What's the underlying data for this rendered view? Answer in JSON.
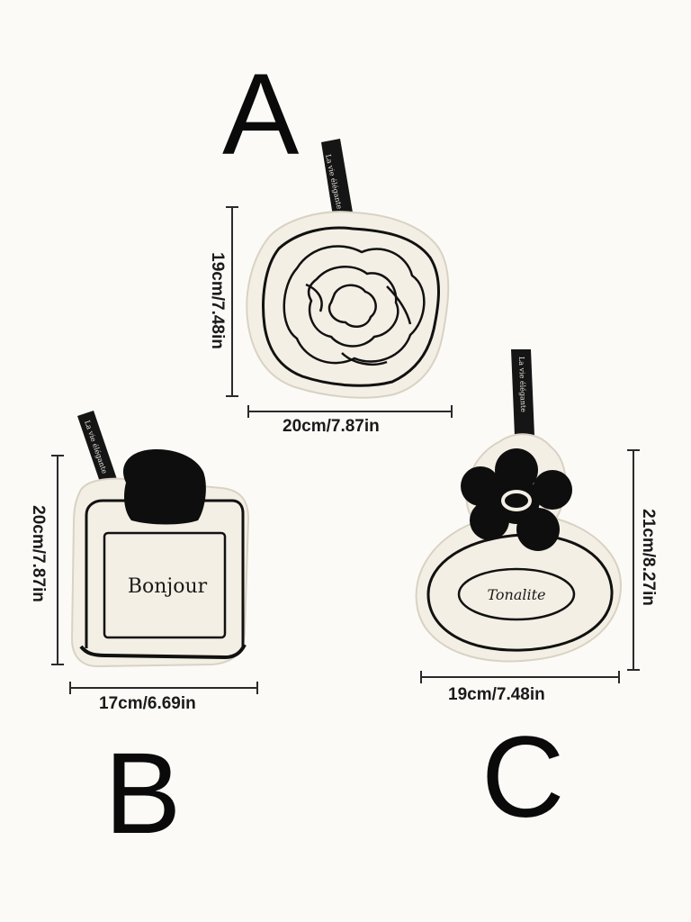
{
  "letters": {
    "a": "A",
    "b": "B",
    "c": "C"
  },
  "products": {
    "a": {
      "width_label": "20cm/7.87in",
      "height_label": "19cm/7.48in",
      "tag_text": "La vie élégante"
    },
    "b": {
      "width_label": "17cm/6.69in",
      "height_label": "20cm/7.87in",
      "tag_text": "La vie élégante",
      "label_text": "Bonjour"
    },
    "c": {
      "width_label": "19cm/7.48in",
      "height_label": "21cm/8.27in",
      "tag_text": "La vie élégante",
      "label_text": "Tonalite"
    }
  },
  "colors": {
    "background": "#fbfaf6",
    "fabric": "#f4efe4",
    "outline": "#111111",
    "tag": "#151515"
  }
}
